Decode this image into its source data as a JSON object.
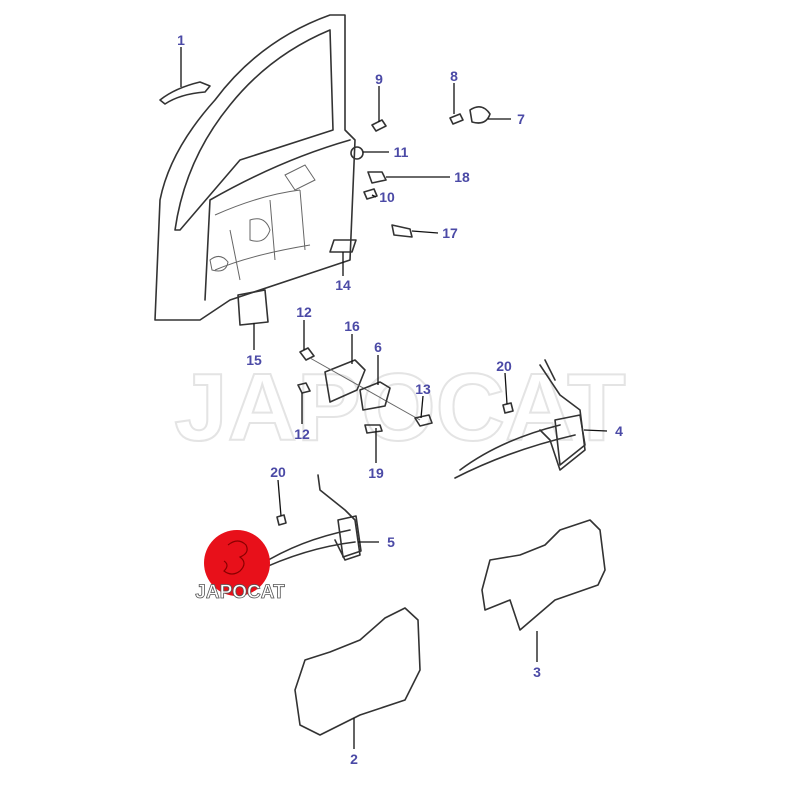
{
  "title": "Front door lock & hinge parts diagram",
  "watermark": "JAPOCAT",
  "logo": {
    "text": "JAPOCAT",
    "color": "#e8101a"
  },
  "label_color": "#4b4aa6",
  "callouts": {
    "c1": "1",
    "c2": "2",
    "c3": "3",
    "c4": "4",
    "c5": "5",
    "c6": "6",
    "c7": "7",
    "c8": "8",
    "c9": "9",
    "c10": "10",
    "c11": "11",
    "c12a": "12",
    "c12b": "12",
    "c13": "13",
    "c14": "14",
    "c15": "15",
    "c16": "16",
    "c17": "17",
    "c18": "18",
    "c19": "19",
    "c20a": "20",
    "c20b": "20"
  }
}
